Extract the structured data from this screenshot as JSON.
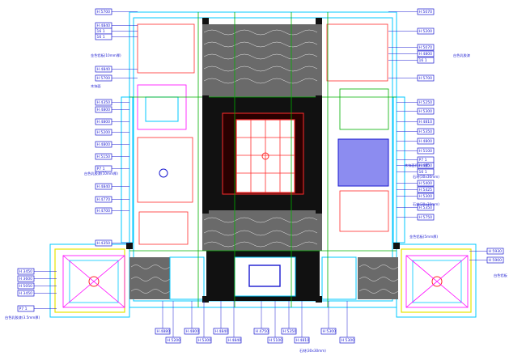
{
  "drawing": {
    "left_tags": [
      {
        "id": "L1",
        "text": "H 5700"
      },
      {
        "id": "L2",
        "text": "H 4840"
      },
      {
        "id": "L3",
        "text": "16 1"
      },
      {
        "id": "L4",
        "text": "16 1"
      },
      {
        "id": "L5",
        "text": "H 4840"
      },
      {
        "id": "L6",
        "text": "H 5700"
      },
      {
        "id": "L7",
        "text": "H 4350"
      },
      {
        "id": "L8",
        "text": "H 4800"
      },
      {
        "id": "L9",
        "text": "H 4800"
      },
      {
        "id": "L10",
        "text": "H 5200"
      },
      {
        "id": "L11",
        "text": "H 4800"
      },
      {
        "id": "L12",
        "text": "H 5150"
      },
      {
        "id": "L13",
        "text": "P7 1"
      },
      {
        "id": "L14",
        "text": "H 4840"
      },
      {
        "id": "L15",
        "text": "H 4770"
      },
      {
        "id": "L16",
        "text": "H 4700"
      },
      {
        "id": "L17",
        "text": "H 4350"
      },
      {
        "id": "L18",
        "text": "H 3450"
      },
      {
        "id": "L19",
        "text": "H 3600"
      },
      {
        "id": "L20",
        "text": "H 5050"
      },
      {
        "id": "L21",
        "text": "H 3450"
      },
      {
        "id": "L22",
        "text": "P7 1"
      }
    ],
    "right_tags": [
      {
        "id": "R1",
        "text": "H 5070"
      },
      {
        "id": "R2",
        "text": "H 5200"
      },
      {
        "id": "R3",
        "text": "H 5070"
      },
      {
        "id": "R4",
        "text": "H 4800"
      },
      {
        "id": "R5",
        "text": "16 1"
      },
      {
        "id": "R6",
        "text": "H 5700"
      },
      {
        "id": "R7",
        "text": "H 5250"
      },
      {
        "id": "R8",
        "text": "H 5300"
      },
      {
        "id": "R9",
        "text": "H 4810"
      },
      {
        "id": "R10",
        "text": "H 5350"
      },
      {
        "id": "R11",
        "text": "H 4800"
      },
      {
        "id": "R12",
        "text": "H 5100"
      },
      {
        "id": "R13",
        "text": "P7 1"
      },
      {
        "id": "R14",
        "text": "H 4650"
      },
      {
        "id": "R15",
        "text": "16 1"
      },
      {
        "id": "R16",
        "text": "H 5400"
      },
      {
        "id": "R17",
        "text": "H 5425"
      },
      {
        "id": "R18",
        "text": "H 5300"
      },
      {
        "id": "R19",
        "text": "H 5350"
      },
      {
        "id": "R20",
        "text": "H 5750"
      },
      {
        "id": "R21",
        "text": "H 5930"
      },
      {
        "id": "R22",
        "text": "H 5900"
      }
    ],
    "bottom_tags": [
      {
        "id": "B1",
        "text": "H 4880"
      },
      {
        "id": "B2",
        "text": "H 5200"
      },
      {
        "id": "B3",
        "text": "H 4800"
      },
      {
        "id": "B4",
        "text": "H 5300"
      },
      {
        "id": "B5",
        "text": "H 4840"
      },
      {
        "id": "B6",
        "text": "H 4840"
      },
      {
        "id": "B7",
        "text": "H 4750"
      },
      {
        "id": "B8",
        "text": "H 5100"
      },
      {
        "id": "B9",
        "text": "H 5350"
      },
      {
        "id": "B10",
        "text": "H 4810"
      },
      {
        "id": "B11",
        "text": "H 5300"
      },
      {
        "id": "B12",
        "text": "H 5300"
      }
    ],
    "notes": [
      {
        "id": "N1",
        "text": "金色铝板(10mm厚)"
      },
      {
        "id": "N2",
        "text": "木饰面"
      },
      {
        "id": "N3",
        "text": "白色乳胶漆(10mm厚)"
      },
      {
        "id": "N4",
        "text": "木饰面(5mm厚)"
      },
      {
        "id": "N5",
        "text": "白色乳胶漆(3.5mm厚)"
      },
      {
        "id": "N6",
        "text": "白色乳胶漆"
      },
      {
        "id": "N7",
        "text": "石材(30x30mm)"
      },
      {
        "id": "N8",
        "text": "石材(30x30mm)"
      },
      {
        "id": "N9",
        "text": "金色铝板(5mm厚)"
      },
      {
        "id": "N10",
        "text": "白色铝板"
      },
      {
        "id": "N11",
        "text": "石材(30x30mm)"
      }
    ]
  },
  "colors": {
    "wall": "#00c8ff",
    "accent": "#ff2a2a",
    "green": "#00b000",
    "yellow": "#e6e600",
    "tag": "#1a1ad0",
    "dark": "#111111",
    "magenta": "#ff00ff"
  }
}
